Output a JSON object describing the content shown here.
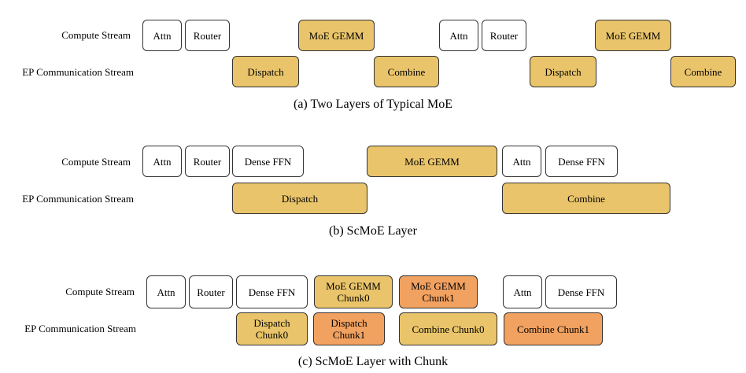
{
  "labels": {
    "compute": "Compute Stream",
    "ep": "EP Communication Stream"
  },
  "panel_a": {
    "caption": "(a) Two Layers of Typical MoE",
    "compute": [
      "Attn",
      "Router",
      "MoE GEMM",
      "Attn",
      "Router",
      "MoE GEMM"
    ],
    "comm": [
      "Dispatch",
      "Combine",
      "Dispatch",
      "Combine"
    ]
  },
  "panel_b": {
    "caption": "(b) ScMoE Layer",
    "compute": [
      "Attn",
      "Router",
      "Dense FFN",
      "MoE GEMM",
      "Attn",
      "Dense FFN"
    ],
    "comm": [
      "Dispatch",
      "Combine"
    ]
  },
  "panel_c": {
    "caption": "(c) ScMoE Layer with Chunk",
    "compute": [
      "Attn",
      "Router",
      "Dense FFN",
      "MoE GEMM\nChunk0",
      "MoE GEMM\nChunk1",
      "Attn",
      "Dense FFN"
    ],
    "comm": [
      "Dispatch\nChunk0",
      "Dispatch\nChunk1",
      "Combine Chunk0",
      "Combine Chunk1"
    ]
  },
  "colors": {
    "gold": "#e9c46a",
    "orange": "#f1a160",
    "white": "#ffffff"
  }
}
